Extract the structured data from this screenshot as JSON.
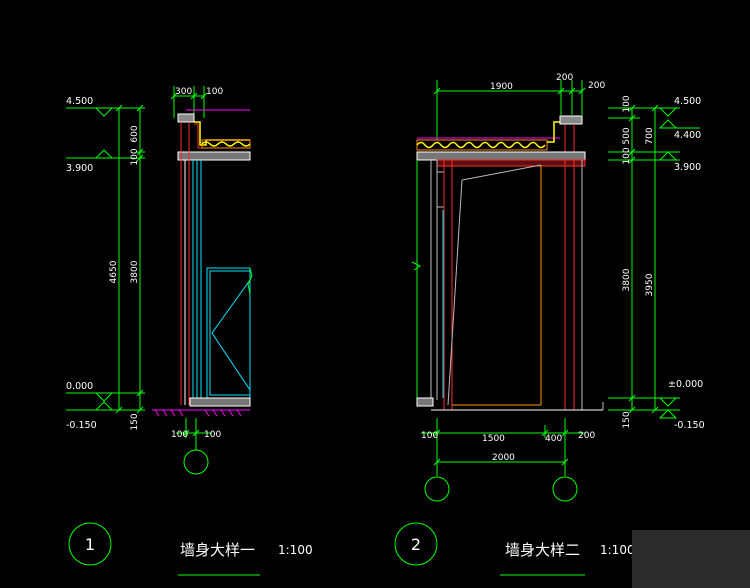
{
  "detail_1": {
    "number": "1",
    "title": "墙身大样一",
    "scale": "1:100",
    "levels": [
      "4.500",
      "3.900",
      "0.000",
      "-0.150"
    ],
    "dims_top": [
      "300",
      "100"
    ],
    "dims_bottom": [
      "100",
      "100"
    ],
    "dims_vertical": [
      "100",
      "600",
      "4650",
      "3800",
      "150"
    ]
  },
  "detail_2": {
    "number": "2",
    "title": "墙身大样二",
    "scale": "1:100",
    "levels": [
      "4.500",
      "4.400",
      "3.900",
      "±0.000",
      "-0.150"
    ],
    "dims_top": [
      "1900",
      "200",
      "200"
    ],
    "dims_bottom": [
      "100",
      "1500",
      "400",
      "200"
    ],
    "dims_total": "2000",
    "dims_vertical": [
      "100",
      "500",
      "700",
      "100",
      "3800",
      "3950",
      "150"
    ]
  },
  "colors": {
    "background": "#000000",
    "dimension": "#00ff00",
    "outline": "#ffffff",
    "wall": "#ff2a2a",
    "glass": "#00e5ff",
    "ground": "#ff00ff",
    "waterproof": "#ffff00",
    "door": "#ff9900"
  }
}
